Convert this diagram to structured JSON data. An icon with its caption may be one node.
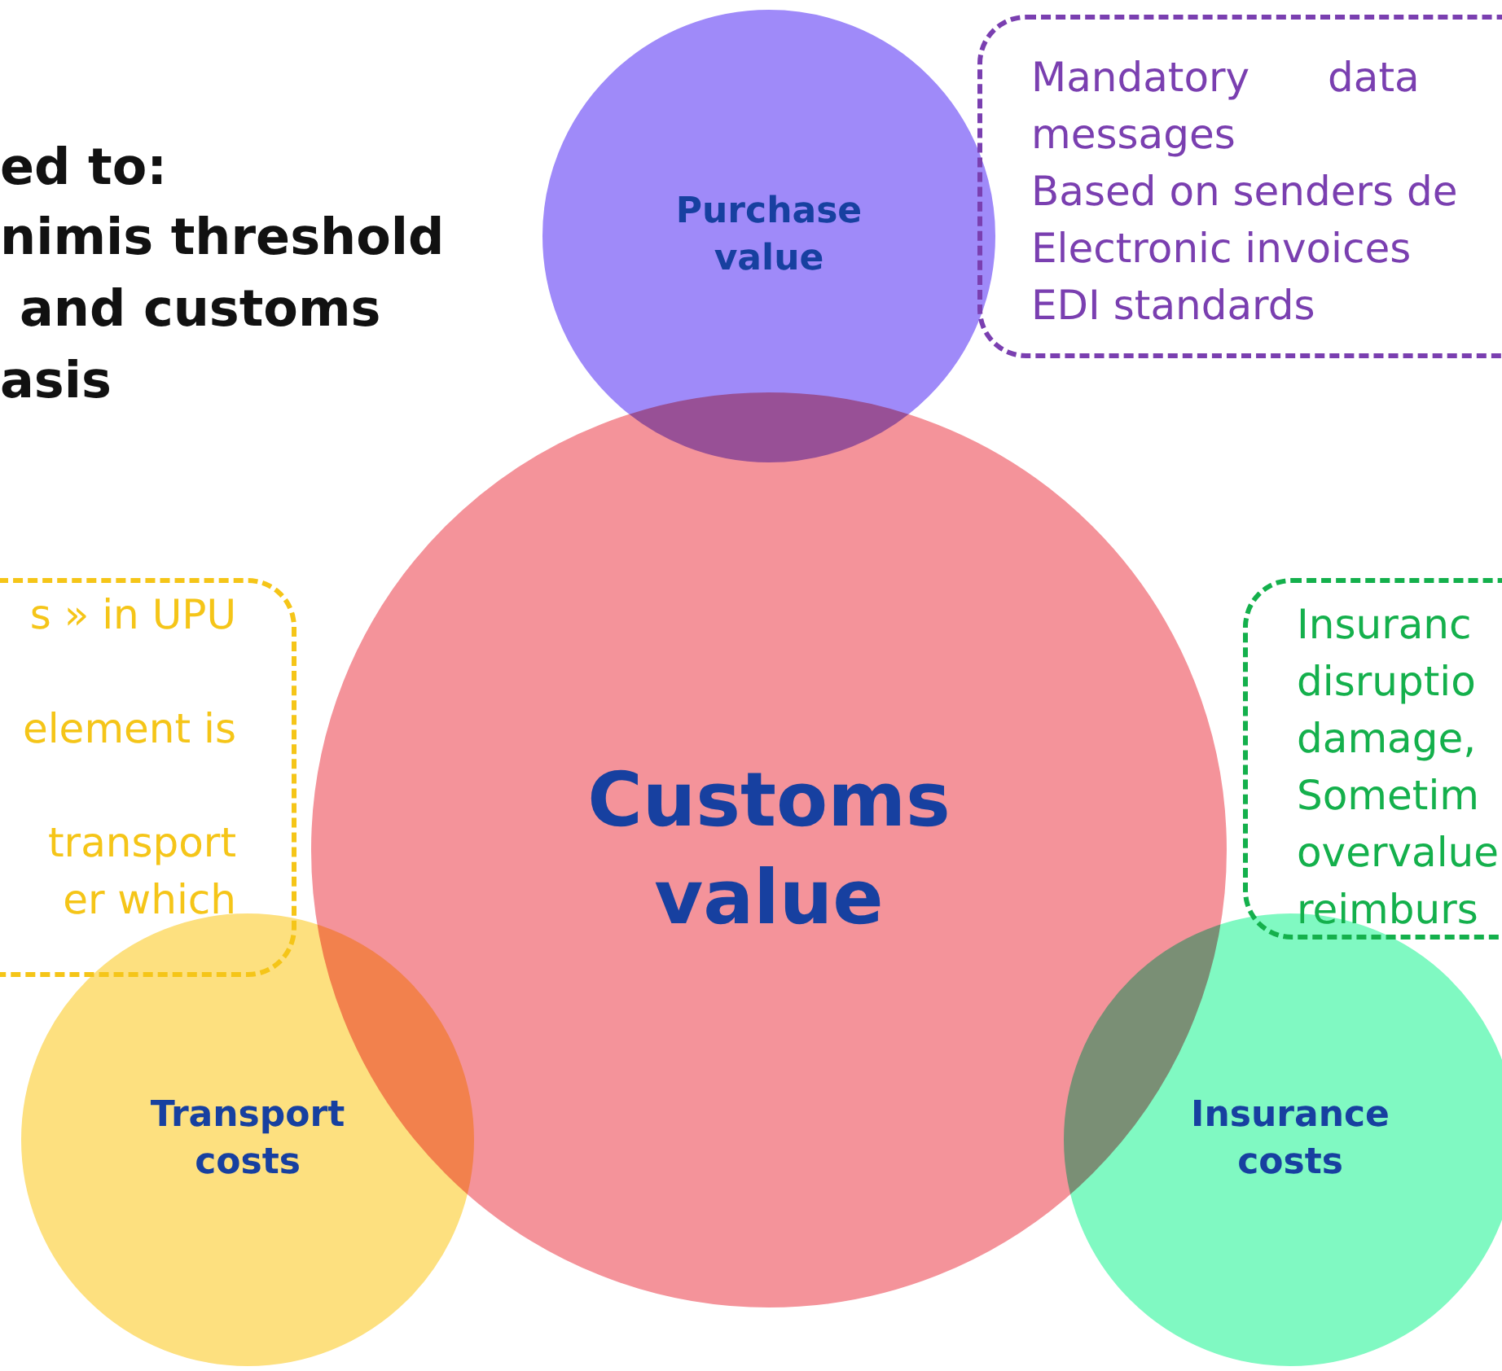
{
  "diagram": {
    "nodes": [
      {
        "text": [
          "Purchase value"
        ]
      },
      {
        "text": [
          "Customs value"
        ]
      },
      {
        "text": [
          "Transport costs"
        ]
      },
      {
        "text": [
          "Insurance costs"
        ]
      },
      {
        "text": [
          "Mandatory data messages",
          "Based on senders de",
          "Electronic invoices",
          "EDI standards"
        ]
      },
      {
        "text": [
          "s » in UPU",
          "element is",
          "transport",
          "er which"
        ]
      },
      {
        "text": [
          "Insuranc",
          "disruptio",
          "damage,",
          "Sometim",
          "overvalue",
          "reimburs"
        ]
      }
    ],
    "labels": [
      "ed to:",
      "nimis threshold",
      "and customs",
      "asis"
    ]
  }
}
